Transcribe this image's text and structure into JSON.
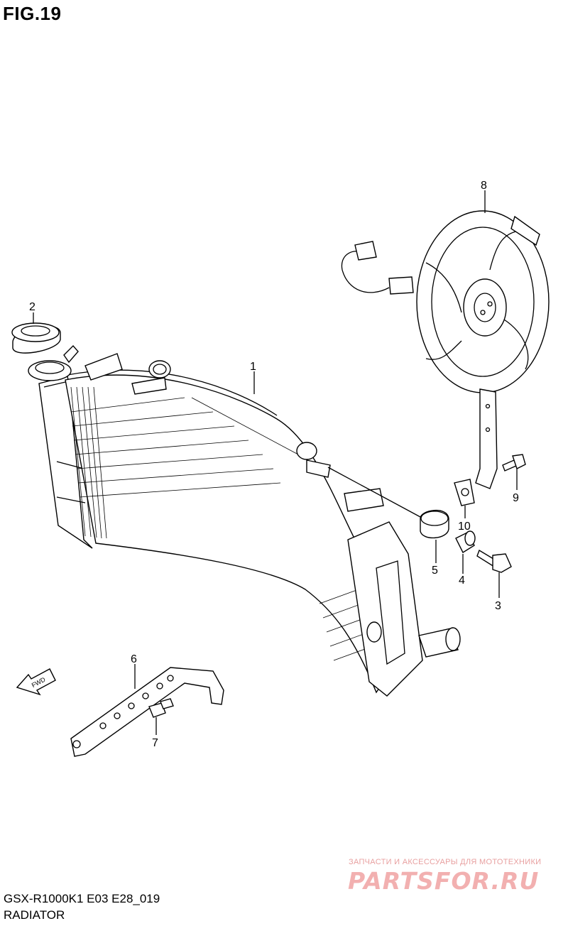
{
  "figure_title": "FIG.19",
  "footer": {
    "model_code": "GSX-R1000K1 E03 E28_019",
    "assembly_name": "RADIATOR"
  },
  "watermark": {
    "tagline": "ЗАПЧАСТИ И АКСЕССУАРЫ ДЛЯ МОТОТЕХНИКИ",
    "logo_text": "PARTSFOR.RU"
  },
  "direction_arrow": "FWD",
  "callouts": [
    "1",
    "2",
    "3",
    "4",
    "5",
    "6",
    "7",
    "8",
    "9",
    "10"
  ]
}
